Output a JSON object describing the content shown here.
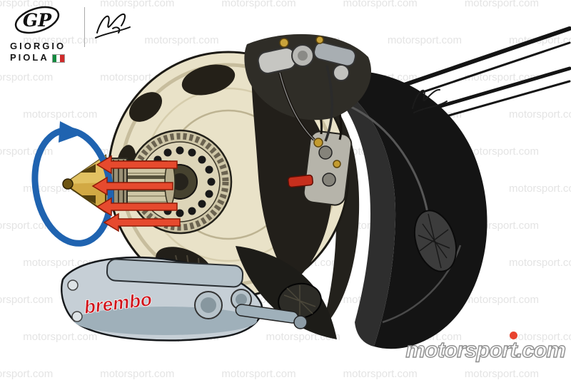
{
  "branding": {
    "monogram": "GP",
    "first_name": "GIORGIO",
    "last_name": "PIOLA"
  },
  "watermark": {
    "text": "motorsport.com",
    "rows": 11,
    "cols": 7
  },
  "footer_logo": {
    "text_before": "motorspor",
    "accent_char": "t",
    "text_after": ".com"
  },
  "caliper": {
    "brand": "brembo"
  },
  "colors": {
    "drum_cream": "#e9e2c8",
    "carbon_dark": "#221f1a",
    "nut_gold": "#d2a944",
    "rotation_blue": "#1f63b0",
    "airflow_red": "#e64a2e",
    "caliper_silver": "#c6cfd6",
    "brembo_red": "#d01118",
    "watermark_gray": "#e4e4e4",
    "logo_dot_red": "#e8432e",
    "flag_green": "#108a3e",
    "flag_red": "#d02b2b"
  }
}
